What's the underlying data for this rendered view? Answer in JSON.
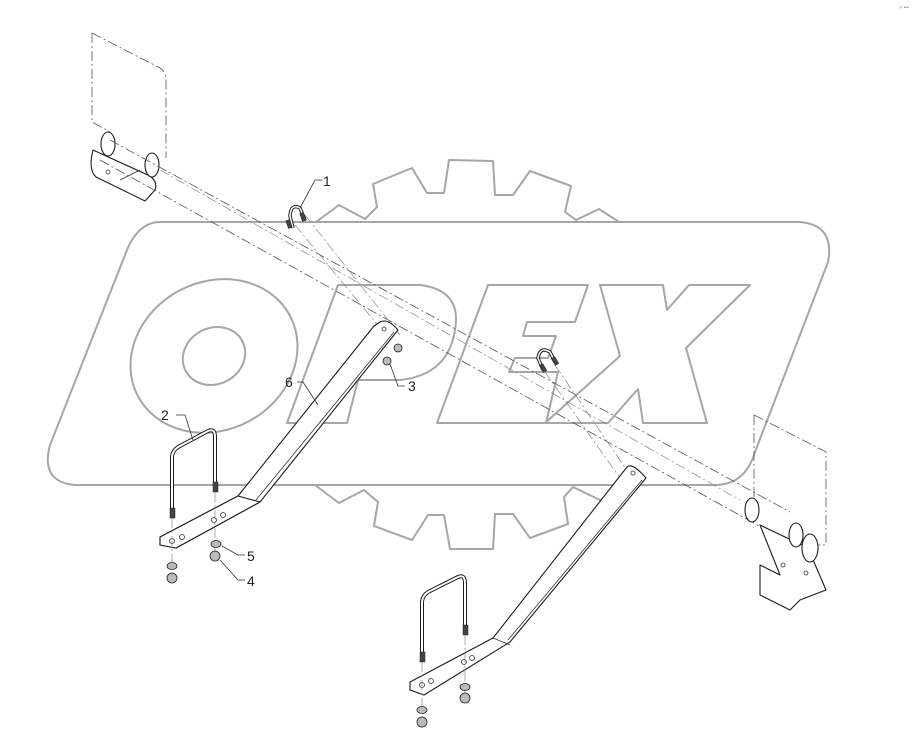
{
  "diagram": {
    "type": "exploded-parts-assembly",
    "watermark": {
      "text": "OPEX",
      "letters": [
        "O",
        "P",
        "E",
        "X"
      ],
      "outline_color": "#a6a6a6",
      "shape": "gear-with-rounded-parallelogram"
    },
    "corner_mark": "↗ •••",
    "callouts": [
      {
        "number": "1",
        "part": "small u-bolt (upper)"
      },
      {
        "number": "2",
        "part": "large u-bolt"
      },
      {
        "number": "3",
        "part": "nuts on bracket"
      },
      {
        "number": "4",
        "part": "nut"
      },
      {
        "number": "5",
        "part": "washer"
      },
      {
        "number": "6",
        "part": "angled support bar"
      }
    ],
    "colors": {
      "line": "#1c1c1c",
      "phantom": "#555555",
      "watermark": "#a6a6a6",
      "background": "#ffffff"
    }
  }
}
